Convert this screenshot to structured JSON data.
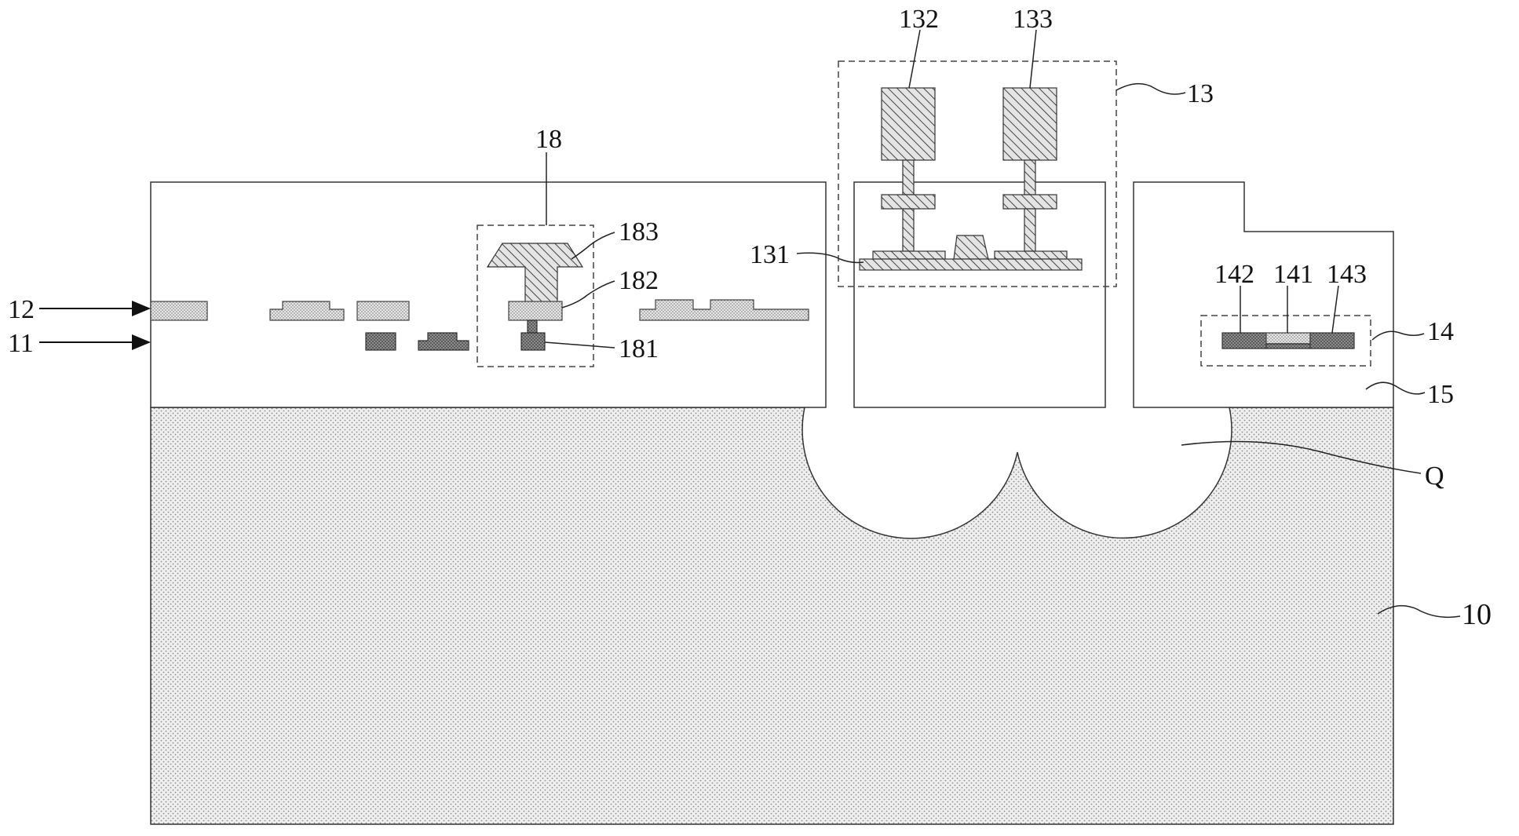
{
  "labels": {
    "l12": "12",
    "l11": "11",
    "l18": "18",
    "l183": "183",
    "l182": "182",
    "l181": "181",
    "l131": "131",
    "l132": "132",
    "l133": "133",
    "l13": "13",
    "l142": "142",
    "l141": "141",
    "l143": "143",
    "l14": "14",
    "l15": "15",
    "lQ": "Q",
    "l10": "10"
  }
}
